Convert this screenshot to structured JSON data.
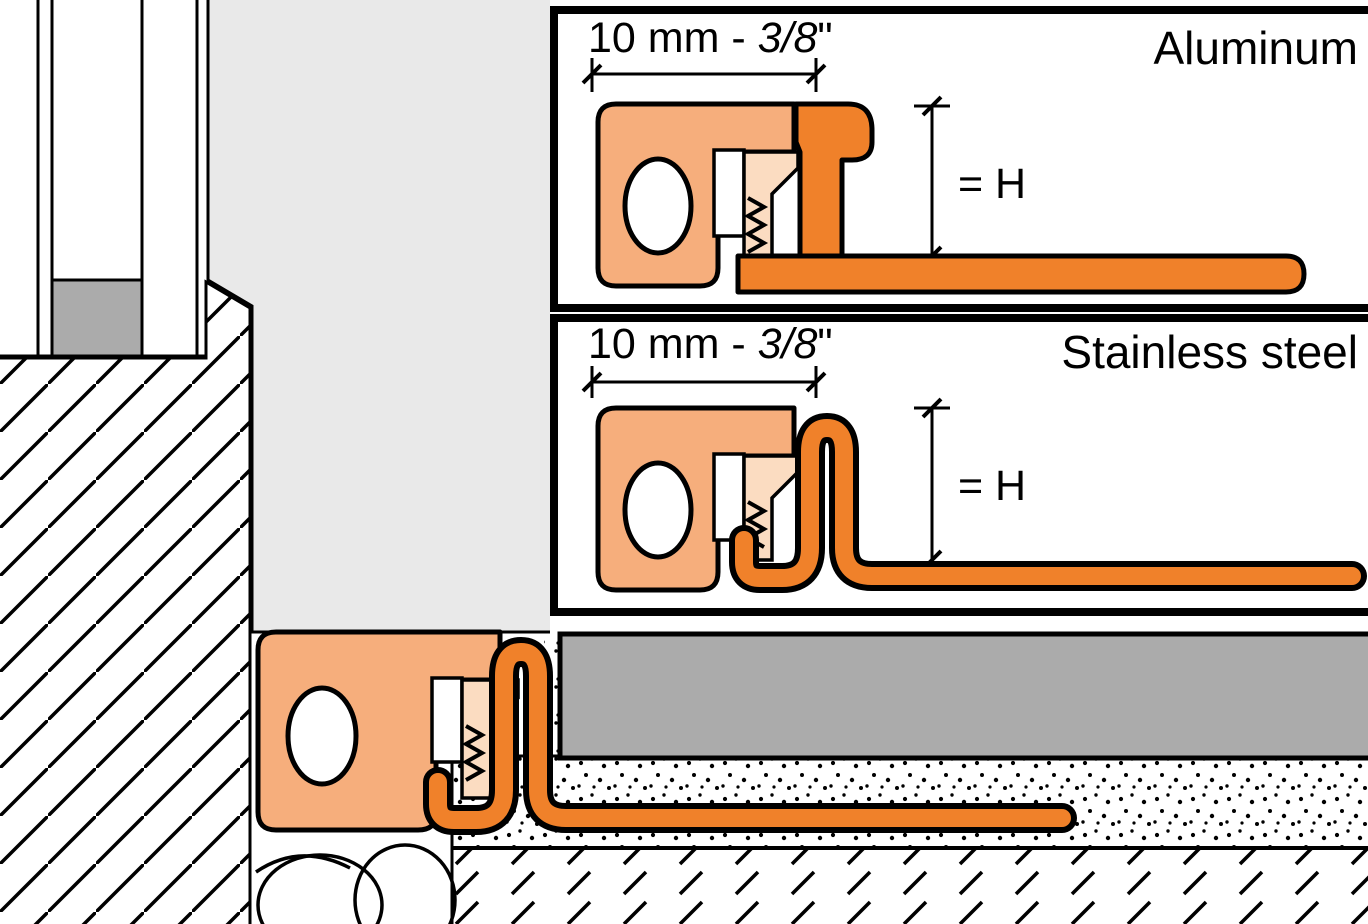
{
  "colors": {
    "profile_orange": "#F0812A",
    "profile_light": "#F6AE7C",
    "profile_pale": "#FBDCC1",
    "tile_gray": "#ABABAB",
    "wall_gray": "#E9E9E9",
    "block_gray": "#ABABAB",
    "outline": "#000000",
    "background": "#FFFFFF"
  },
  "panels": [
    {
      "id": "aluminum",
      "material_label": "Aluminum",
      "dim_prefix": "10 mm - ",
      "dim_fraction": "3/8",
      "dim_suffix": "\"",
      "height_label": "= H"
    },
    {
      "id": "stainless",
      "material_label": "Stainless steel",
      "dim_prefix": "10 mm - ",
      "dim_fraction": "3/8",
      "dim_suffix": "\"",
      "height_label": "= H"
    }
  ]
}
